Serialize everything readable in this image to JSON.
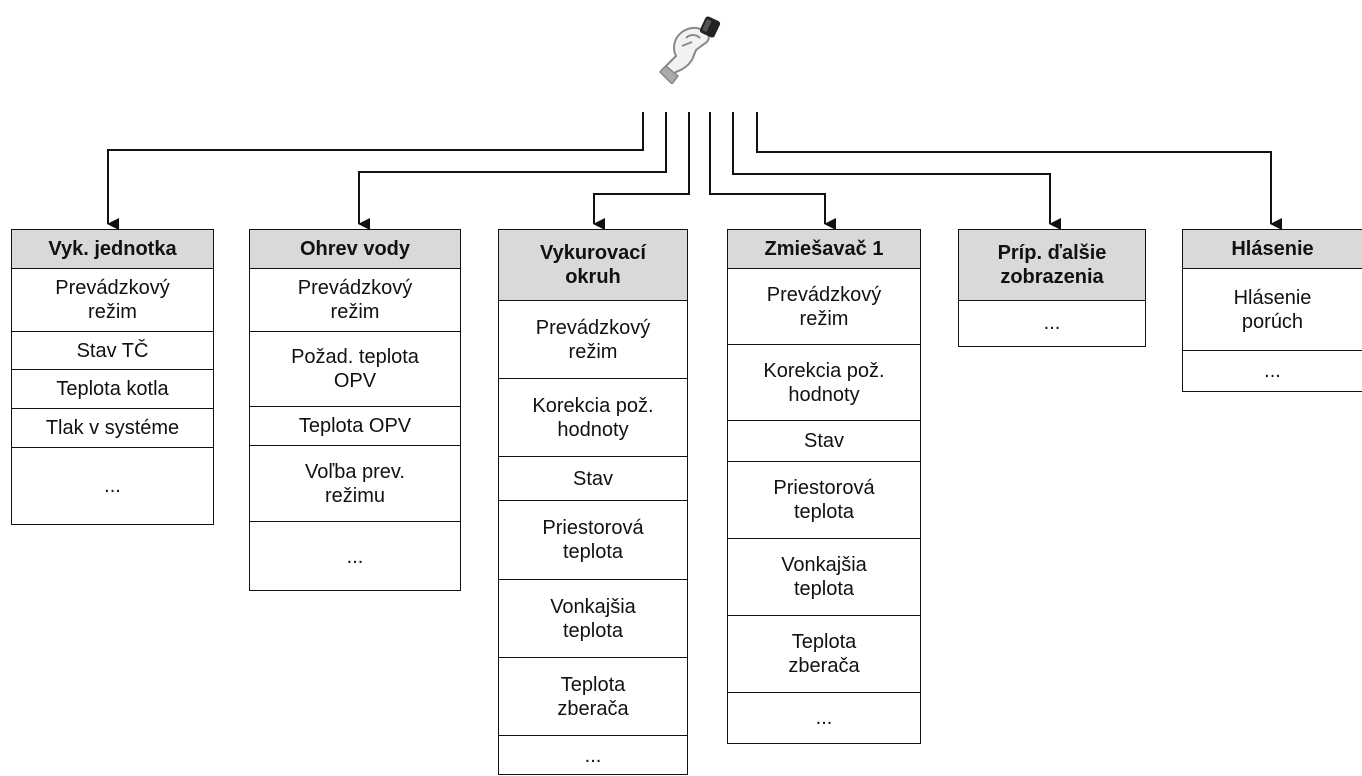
{
  "columns": [
    {
      "title": "Vyk. jednotka",
      "items": [
        "Prevádzkový\nrežim",
        "Stav TČ",
        "Teplota kotla",
        "Tlak v systéme",
        "..."
      ]
    },
    {
      "title": "Ohrev vody",
      "items": [
        "Prevádzkový\nrežim",
        "Požad. teplota\nOPV",
        "Teplota  OPV",
        "Voľba prev.\nrežimu",
        "..."
      ]
    },
    {
      "title": "Vykurovací\nokruh",
      "items": [
        "Prevádzkový\nrežim",
        "Korekcia pož.\nhodnoty",
        "Stav",
        "Priestorová\nteplota",
        "Vonkajšia\nteplota",
        "Teplota\nzberača",
        "..."
      ]
    },
    {
      "title": "Zmiešavač 1",
      "items": [
        "Prevádzkový\nrežim",
        "Korekcia pož.\nhodnoty",
        "Stav",
        "Priestorová\nteplota",
        "Vonkajšia\nteplota",
        "Teplota\nzberača",
        "..."
      ]
    },
    {
      "title": "Príp. ďalšie\nzobrazenia",
      "items": [
        "..."
      ]
    },
    {
      "title": "Hlásenie",
      "items": [
        "Hlásenie\nporúch",
        "..."
      ]
    }
  ],
  "icon": "hand-turning-knob-icon"
}
